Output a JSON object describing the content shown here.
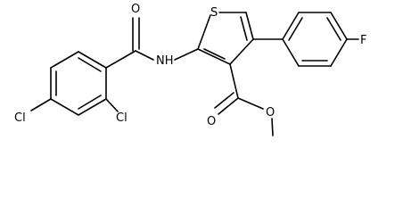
{
  "atoms": {
    "sulfur": "S",
    "nitrogen_h": "NH",
    "amide_oxygen": "O",
    "ester_carbonyl_oxygen": "O",
    "ester_ether_oxygen": "O",
    "fluorine": "F",
    "chlorine_ortho": "Cl",
    "chlorine_para": "Cl"
  },
  "colors": {
    "ink": "#000000",
    "background": "#ffffff"
  }
}
